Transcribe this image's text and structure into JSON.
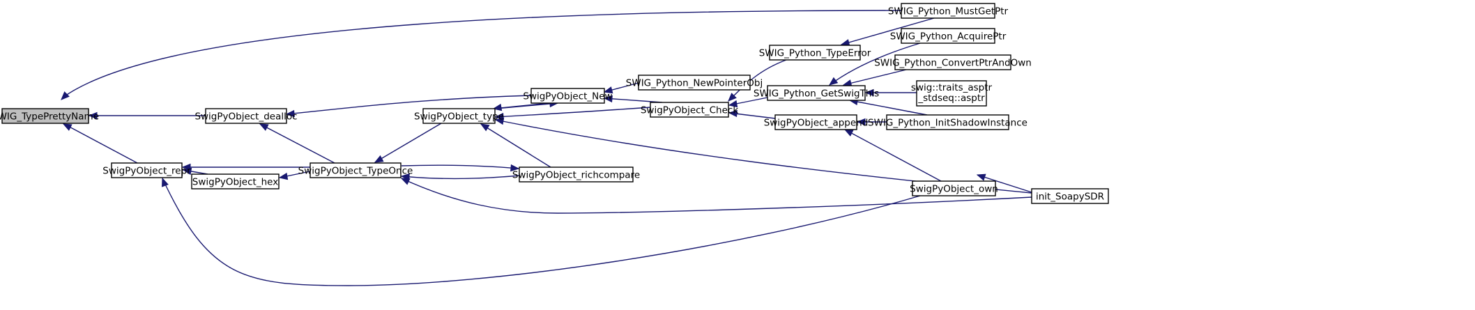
{
  "graph": {
    "nodes": [
      {
        "id": "n_pretty",
        "label": "SWIG_TypePrettyName",
        "root": true
      },
      {
        "id": "n_dealloc",
        "label": "SwigPyObject_dealloc"
      },
      {
        "id": "n_repr",
        "label": "SwigPyObject_repr"
      },
      {
        "id": "n_hex",
        "label": "SwigPyObject_hex"
      },
      {
        "id": "n_typeonce",
        "label": "SwigPyObject_TypeOnce"
      },
      {
        "id": "n_type",
        "label": "SwigPyObject_type"
      },
      {
        "id": "n_new",
        "label": "SwigPyObject_New"
      },
      {
        "id": "n_newptr",
        "label": "SWIG_Python_NewPointerObj"
      },
      {
        "id": "n_check",
        "label": "SwigPyObject_Check"
      },
      {
        "id": "n_rich",
        "label": "SwigPyObject_richcompare"
      },
      {
        "id": "n_typeerror",
        "label": "SWIG_Python_TypeError"
      },
      {
        "id": "n_getswig",
        "label": "SWIG_Python_GetSwigThis"
      },
      {
        "id": "n_append",
        "label": "SwigPyObject_append"
      },
      {
        "id": "n_mustget",
        "label": "SWIG_Python_MustGetPtr"
      },
      {
        "id": "n_acquire",
        "label": "SWIG_Python_AcquirePtr"
      },
      {
        "id": "n_convert",
        "label": "SWIG_Python_ConvertPtrAndOwn"
      },
      {
        "id": "n_traits",
        "lines": [
          "swig::traits_asptr",
          "_stdseq::asptr"
        ]
      },
      {
        "id": "n_initshadow",
        "label": "SWIG_Python_InitShadowInstance"
      },
      {
        "id": "n_own",
        "label": "SwigPyObject_own"
      },
      {
        "id": "n_init",
        "label": "init_SoapySDR"
      }
    ],
    "edges": [
      {
        "from": "n_dealloc",
        "to": "n_pretty"
      },
      {
        "from": "n_mustget",
        "to": "n_pretty"
      },
      {
        "from": "n_repr",
        "to": "n_pretty"
      },
      {
        "from": "n_new",
        "to": "n_dealloc"
      },
      {
        "from": "n_typeonce",
        "to": "n_dealloc"
      },
      {
        "from": "n_typeonce",
        "to": "n_repr"
      },
      {
        "from": "n_hex",
        "to": "n_repr"
      },
      {
        "from": "n_own",
        "to": "n_repr"
      },
      {
        "from": "n_typeonce",
        "to": "n_hex"
      },
      {
        "from": "n_type",
        "to": "n_typeonce"
      },
      {
        "from": "n_rich",
        "to": "n_typeonce"
      },
      {
        "from": "n_init",
        "to": "n_typeonce"
      },
      {
        "from": "n_typeonce",
        "to": "n_rich"
      },
      {
        "from": "n_new",
        "to": "n_type"
      },
      {
        "from": "n_check",
        "to": "n_type"
      },
      {
        "from": "n_rich",
        "to": "n_type"
      },
      {
        "from": "n_init",
        "to": "n_type"
      },
      {
        "from": "n_type",
        "to": "n_new"
      },
      {
        "from": "n_newptr",
        "to": "n_new"
      },
      {
        "from": "n_check",
        "to": "n_new"
      },
      {
        "from": "n_typeerror",
        "to": "n_check"
      },
      {
        "from": "n_getswig",
        "to": "n_check"
      },
      {
        "from": "n_append",
        "to": "n_check"
      },
      {
        "from": "n_mustget",
        "to": "n_typeerror"
      },
      {
        "from": "n_acquire",
        "to": "n_getswig"
      },
      {
        "from": "n_convert",
        "to": "n_getswig"
      },
      {
        "from": "n_traits",
        "to": "n_getswig"
      },
      {
        "from": "n_initshadow",
        "to": "n_getswig"
      },
      {
        "from": "n_initshadow",
        "to": "n_append"
      },
      {
        "from": "n_own",
        "to": "n_append"
      },
      {
        "from": "n_init",
        "to": "n_own"
      }
    ]
  }
}
